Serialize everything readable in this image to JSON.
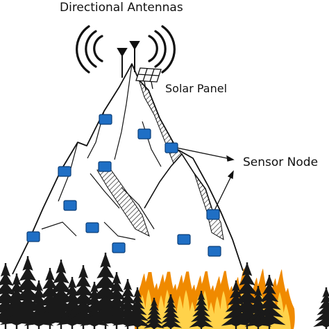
{
  "labels": {
    "antennas": "Directional Antennas",
    "solar_panel": "Solar Panel",
    "sensor_node": "Sensor Node"
  },
  "colors": {
    "sensor_fill": "#1f6fc5",
    "sensor_stroke": "#0b3e78",
    "outline": "#111111",
    "fire_outer": "#f08a00",
    "fire_inner": "#ffd24a",
    "tree": "#1a1a1a"
  },
  "icons": [
    "signal-wave-icon",
    "antenna-icon",
    "solar-panel-icon",
    "sensor-node-icon",
    "tree-icon",
    "flame-icon"
  ]
}
